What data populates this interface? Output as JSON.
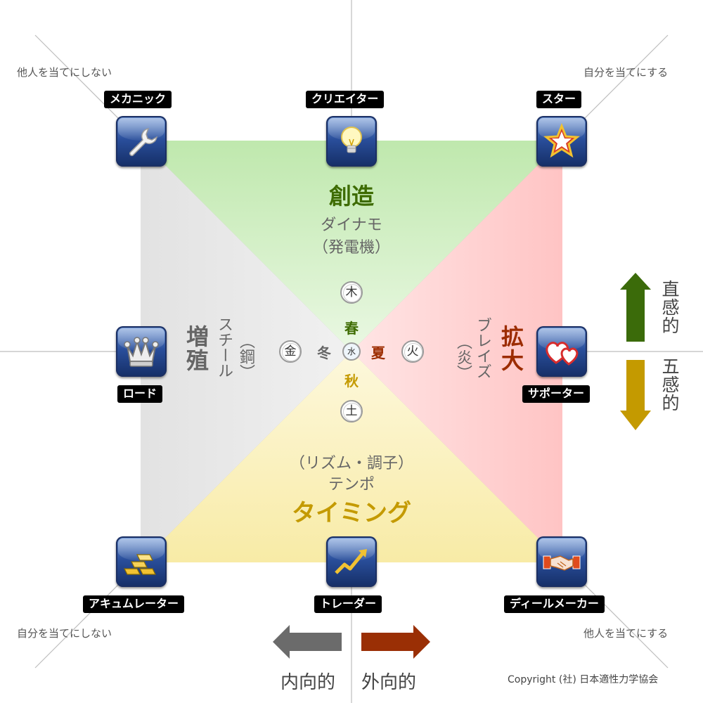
{
  "corners": {
    "top_left": "他人を当てにしない",
    "top_right": "自分を当てにする",
    "bottom_left": "自分を当てにしない",
    "bottom_right": "他人を当てにする"
  },
  "roles": {
    "mechanic": "メカニック",
    "creator": "クリエイター",
    "star": "スター",
    "lord": "ロード",
    "supporter": "サポーター",
    "accumulator": "アキュムレーター",
    "trader": "トレーダー",
    "dealmaker": "ディールメーカー"
  },
  "quadrants": {
    "top": {
      "title": "創造",
      "sub1": "ダイナモ",
      "sub2": "（発電機）",
      "color": "#3d6b00"
    },
    "right": {
      "title": "拡大",
      "sub1": "ブレイズ",
      "sub2": "（炎）",
      "color": "#9c2c00"
    },
    "bottom": {
      "title": "タイミング",
      "sub1": "テンポ",
      "sub2": "（リズム・調子）",
      "color": "#c49a00"
    },
    "left": {
      "title": "増殖",
      "sub1": "スチール",
      "sub2": "（鋼）",
      "color": "#666666"
    }
  },
  "elements": {
    "wood": "木",
    "fire": "火",
    "earth": "土",
    "metal": "金",
    "water": "水"
  },
  "seasons": {
    "spring": "春",
    "summer": "夏",
    "autumn": "秋",
    "winter": "冬"
  },
  "legend": {
    "intuitive": "直感的",
    "five_senses": "五感的",
    "introvert": "内向的",
    "extrovert": "外向的"
  },
  "copyright": "Copyright (社) 日本適性力学協会",
  "colors": {
    "green": "#3b6b0a",
    "gold": "#c79a00",
    "gray": "#666666",
    "rust": "#9a2f05"
  },
  "icons": {
    "mechanic": "wrench-icon",
    "creator": "lightbulb-icon",
    "star": "star-icon",
    "lord": "crown-icon",
    "supporter": "hearts-icon",
    "accumulator": "gold-bars-icon",
    "trader": "trend-arrow-icon",
    "dealmaker": "handshake-icon"
  }
}
